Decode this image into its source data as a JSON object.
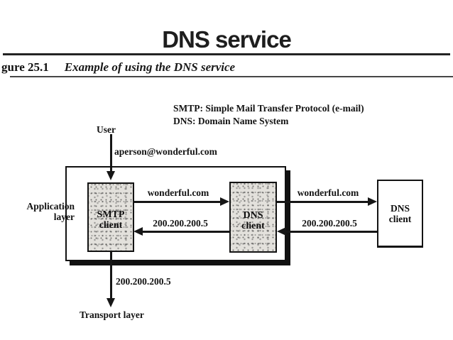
{
  "slide": {
    "title": "DNS service"
  },
  "figure": {
    "caption_number": "gure 25.1",
    "caption_text": "Example of using the DNS service",
    "legend": [
      "SMTP: Simple Mail Transfer Protocol (e-mail)",
      "DNS: Domain Name System"
    ],
    "user_label": "User",
    "email_label": "aperson@wonderful.com",
    "application_layer": {
      "line1": "Application",
      "line2": "layer"
    },
    "transport_layer_label": "Transport layer",
    "boxes": {
      "smtp_client": {
        "line1": "SMTP",
        "line2": "client"
      },
      "dns_client_local": {
        "line1": "DNS",
        "line2": "client"
      },
      "dns_client_remote": {
        "line1": "DNS",
        "line2": "client"
      }
    },
    "messages": {
      "smtp_to_dns_query": "wonderful.com",
      "dns_to_smtp_response": "200.200.200.5",
      "local_to_remote_query": "wonderful.com",
      "remote_to_local_response": "200.200.200.5",
      "transport_ip": "200.200.200.5"
    },
    "colors": {
      "ink": "#161616",
      "shaded_box_fill": "#e3e1dc",
      "background": "#ffffff"
    }
  }
}
